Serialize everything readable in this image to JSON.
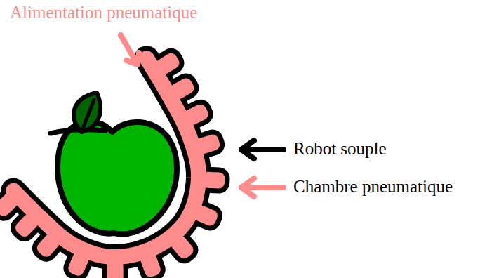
{
  "diagram": {
    "labels": [
      "Alimentation pneumatique",
      "Robot souple",
      "Chambre pneumatique"
    ]
  }
}
